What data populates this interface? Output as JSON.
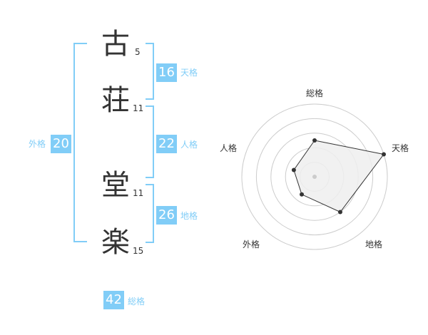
{
  "name": {
    "chars": [
      {
        "char": "古",
        "strokes": "5"
      },
      {
        "char": "荘",
        "strokes": "11"
      },
      {
        "char": "堂",
        "strokes": "11"
      },
      {
        "char": "楽",
        "strokes": "15"
      }
    ]
  },
  "fortunes": {
    "tenkaku": {
      "value": "16",
      "label": "天格"
    },
    "jinkaku": {
      "value": "22",
      "label": "人格"
    },
    "chikaku": {
      "value": "26",
      "label": "地格"
    },
    "gaikaku": {
      "value": "20",
      "label": "外格"
    },
    "soukaku": {
      "value": "42",
      "label": "総格"
    }
  },
  "colors": {
    "accent": "#81cdf7",
    "text": "#333333",
    "grid": "#cccccc",
    "fill": "#eeeeee"
  },
  "chart_data": {
    "type": "radar",
    "axes": [
      "総格",
      "天格",
      "地格",
      "外格",
      "人格"
    ],
    "scale_rings": 5,
    "values": [
      2.5,
      5,
      3,
      1.5,
      1.5
    ]
  }
}
